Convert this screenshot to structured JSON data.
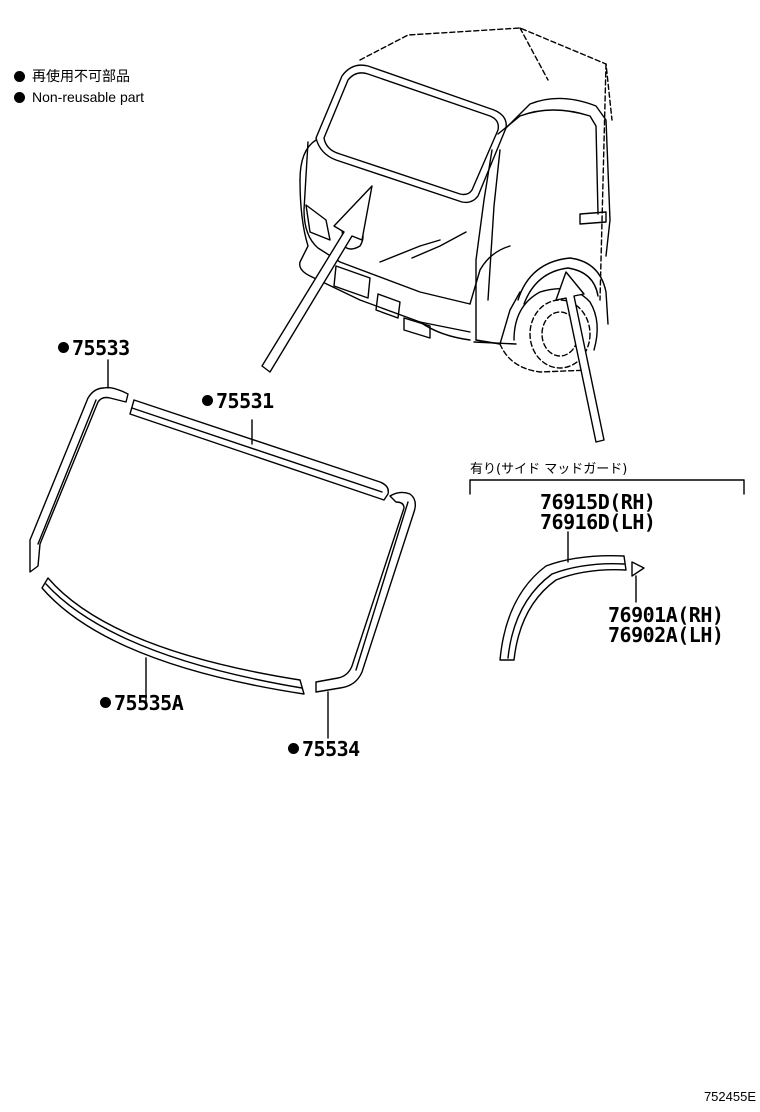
{
  "legend": {
    "line_ja": "再使用不可部品",
    "line_en": "Non-reusable part"
  },
  "parts": {
    "p75533": "75533",
    "p75531": "75531",
    "p75535a": "75535A",
    "p75534": "75534",
    "p76915d": "76915D(RH)",
    "p76916d": "76916D(LH)",
    "p76901a": "76901A(RH)",
    "p76902a": "76902A(LH)"
  },
  "side_mudguard_note": "有り(サイド マッドガード)",
  "figure_code": "752455E"
}
